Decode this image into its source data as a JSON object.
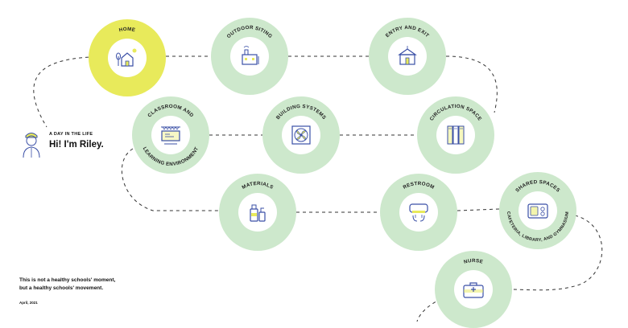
{
  "intro": {
    "kicker": "A DAY IN THE LIFE",
    "title": "Hi! I'm Riley."
  },
  "nodes": {
    "home": {
      "label": "HOME",
      "icon": "house-icon"
    },
    "outdoor": {
      "label": "OUTDOOR SITING",
      "icon": "school-building-icon"
    },
    "entry": {
      "label": "ENTRY AND EXIT",
      "icon": "entrance-building-icon"
    },
    "classroom": {
      "label_top": "CLASSROOM AND",
      "label_bottom": "LEARNING ENVIRONMENT",
      "icon": "classroom-board-icon"
    },
    "building_systems": {
      "label": "BUILDING SYSTEMS",
      "icon": "fan-icon"
    },
    "circulation": {
      "label": "CIRCULATION SPACE",
      "icon": "lockers-icon"
    },
    "materials": {
      "label": "MATERIALS",
      "icon": "cleaning-supplies-icon"
    },
    "restroom": {
      "label": "RESTROOM",
      "icon": "hand-dryer-icon"
    },
    "shared": {
      "label_top": "SHARED SPACES",
      "label_bottom": "CAFETERIA, LIBRARY, AND GYMNASIUM",
      "icon": "lunch-tray-icon"
    },
    "nurse": {
      "label": "NURSE",
      "icon": "medical-bag-icon"
    }
  },
  "footer": {
    "line1": "This is not a healthy schools' moment,",
    "line2": "but a healthy schools' movement.",
    "date": "April, 2021"
  },
  "colors": {
    "ring": "#cde8cc",
    "ring_active": "#e8ea5b",
    "icon_blue": "#3a4fa6",
    "path": "#333333"
  }
}
